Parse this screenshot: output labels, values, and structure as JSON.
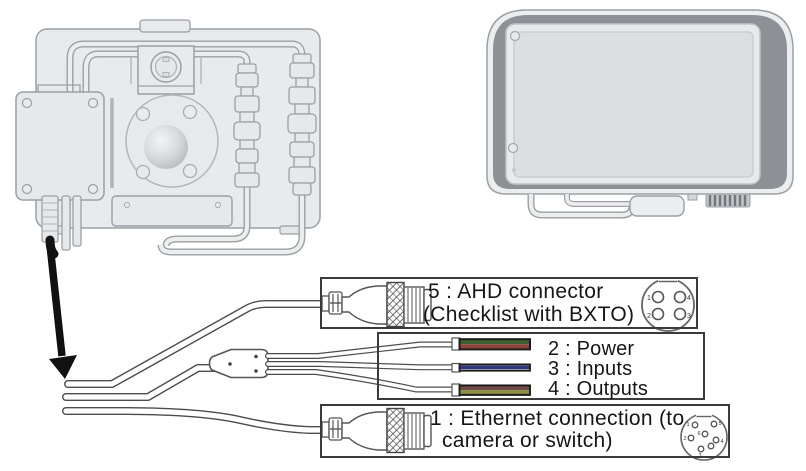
{
  "boxes": {
    "ahd": {
      "line1": "5 : AHD connector",
      "line2": "(Checklist with BXTO)"
    },
    "wires": {
      "power": "2 : Power",
      "inputs": "3 : Inputs",
      "outputs": "4 : Outputs"
    },
    "ethernet": {
      "line1": "1 : Ethernet connection (to",
      "line2": "camera or switch)"
    }
  },
  "icons": {
    "ahd": {
      "name": "4-pin-round-connector-icon",
      "pins": [
        "1",
        "4",
        "2",
        "3"
      ]
    },
    "ethernet": {
      "name": "8-pin-round-connector-icon",
      "pins": [
        "1",
        "5",
        "6",
        "2",
        "4",
        "3"
      ]
    }
  },
  "colors": {
    "power_wire_green": "#3e5f33",
    "power_wire_red": "#8e4138",
    "inputs_wire_navy": "#32367d",
    "outputs_wire_maroon": "#6d4a42",
    "outputs_wire_olive": "#8c8c45",
    "arrow_black": "#111111"
  }
}
